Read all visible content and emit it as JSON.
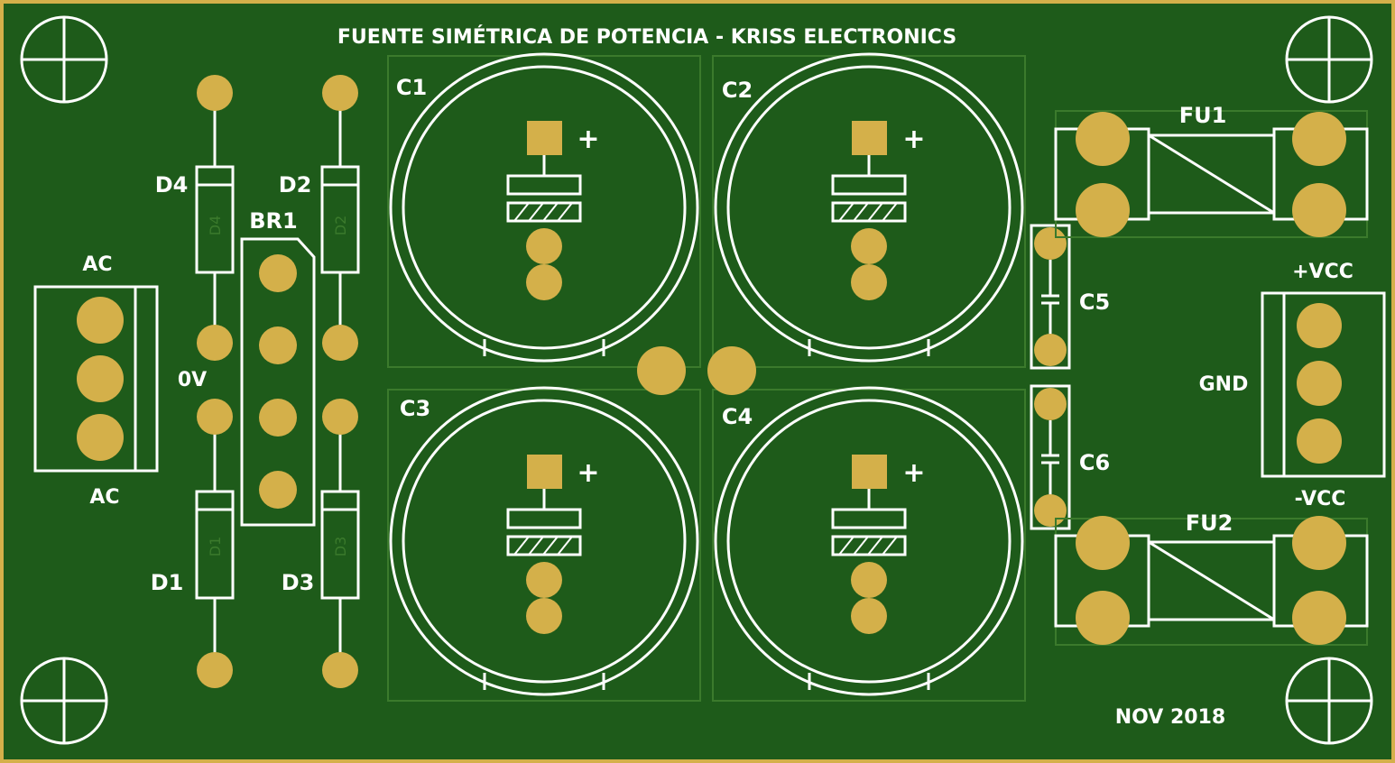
{
  "board": {
    "title": "FUENTE SIMÉTRICA DE POTENCIA - KRISS ELECTRONICS",
    "date": "NOV 2018",
    "colors": {
      "board": "#1e5b1a",
      "border": "#d4b04a",
      "pad": "#d4b04a",
      "silkscreen": "#ffffff"
    }
  },
  "labels": {
    "ac_top": "AC",
    "ac_bottom": "AC",
    "zero_v": "0V",
    "d1": "D1",
    "d2": "D2",
    "d3": "D3",
    "d4": "D4",
    "br1": "BR1",
    "c1": "C1",
    "c2": "C2",
    "c3": "C3",
    "c4": "C4",
    "c5": "C5",
    "c6": "C6",
    "fu1": "FU1",
    "fu2": "FU2",
    "pos_vcc": "+VCC",
    "gnd": "GND",
    "neg_vcc": "-VCC",
    "plus": "+"
  },
  "diode_body_text": {
    "d1": "D1",
    "d2": "D2",
    "d3": "D3",
    "d4": "D4"
  }
}
